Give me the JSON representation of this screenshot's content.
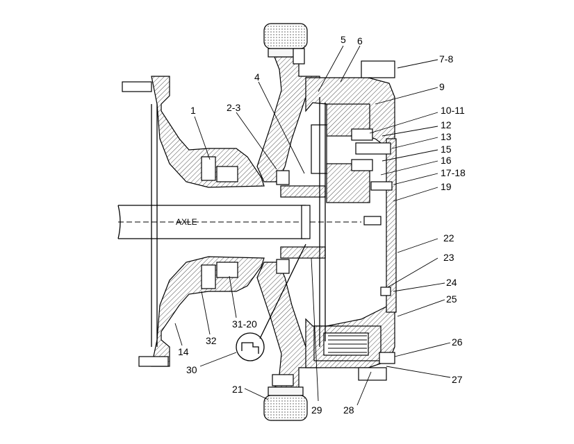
{
  "diagram": {
    "axle_label": "AXLE",
    "callouts": [
      "1",
      "2-3",
      "4",
      "5",
      "6",
      "7-8",
      "9",
      "10-11",
      "12",
      "13",
      "15",
      "16",
      "17-18",
      "19",
      "22",
      "23",
      "24",
      "25",
      "26",
      "27",
      "28",
      "29",
      "30",
      "31-20",
      "32",
      "14",
      "21"
    ]
  }
}
